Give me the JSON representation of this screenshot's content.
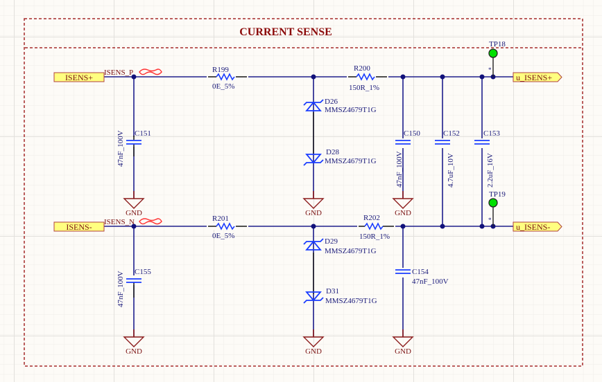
{
  "sheet": {
    "title": "CURRENT SENSE",
    "colors": {
      "background": "#fdfbf7",
      "grid_major": "#e4e2de",
      "grid_minor": "#f1efeb",
      "border": "#a02020",
      "wire": "#1e1e8c",
      "component": "#1a3cff",
      "power": "#8b1a1a",
      "port_fill": "#ffff80",
      "testpoint": "#00e000"
    }
  },
  "ports": {
    "in_plus": "ISENS+",
    "in_minus": "ISENS-",
    "out_plus": "u_ISENS+",
    "out_minus": "u_ISENS-"
  },
  "nets": {
    "p": "ISENS_P",
    "n": "ISENS_N"
  },
  "power": {
    "gnd": "GND"
  },
  "components": {
    "R199": {
      "ref": "R199",
      "value": "0E_5%"
    },
    "R200": {
      "ref": "R200",
      "value": "150R_1%"
    },
    "R201": {
      "ref": "R201",
      "value": "0E_5%"
    },
    "R202": {
      "ref": "R202",
      "value": "150R_1%"
    },
    "C151": {
      "ref": "C151",
      "value": "47nF_100V"
    },
    "C155": {
      "ref": "C155",
      "value": "47nF_100V"
    },
    "C150": {
      "ref": "C150",
      "value": "47nF_100V"
    },
    "C152": {
      "ref": "C152",
      "value": "4.7uF_10V"
    },
    "C153": {
      "ref": "C153",
      "value": "2.2uF_16V"
    },
    "C154": {
      "ref": "C154",
      "value": "47nF_100V"
    },
    "D26": {
      "ref": "D26",
      "value": "MMSZ4679T1G"
    },
    "D28": {
      "ref": "D28",
      "value": "MMSZ4679T1G"
    },
    "D29": {
      "ref": "D29",
      "value": "MMSZ4679T1G"
    },
    "D31": {
      "ref": "D31",
      "value": "MMSZ4679T1G"
    },
    "TP18": {
      "ref": "TP18"
    },
    "TP19": {
      "ref": "TP19"
    }
  }
}
